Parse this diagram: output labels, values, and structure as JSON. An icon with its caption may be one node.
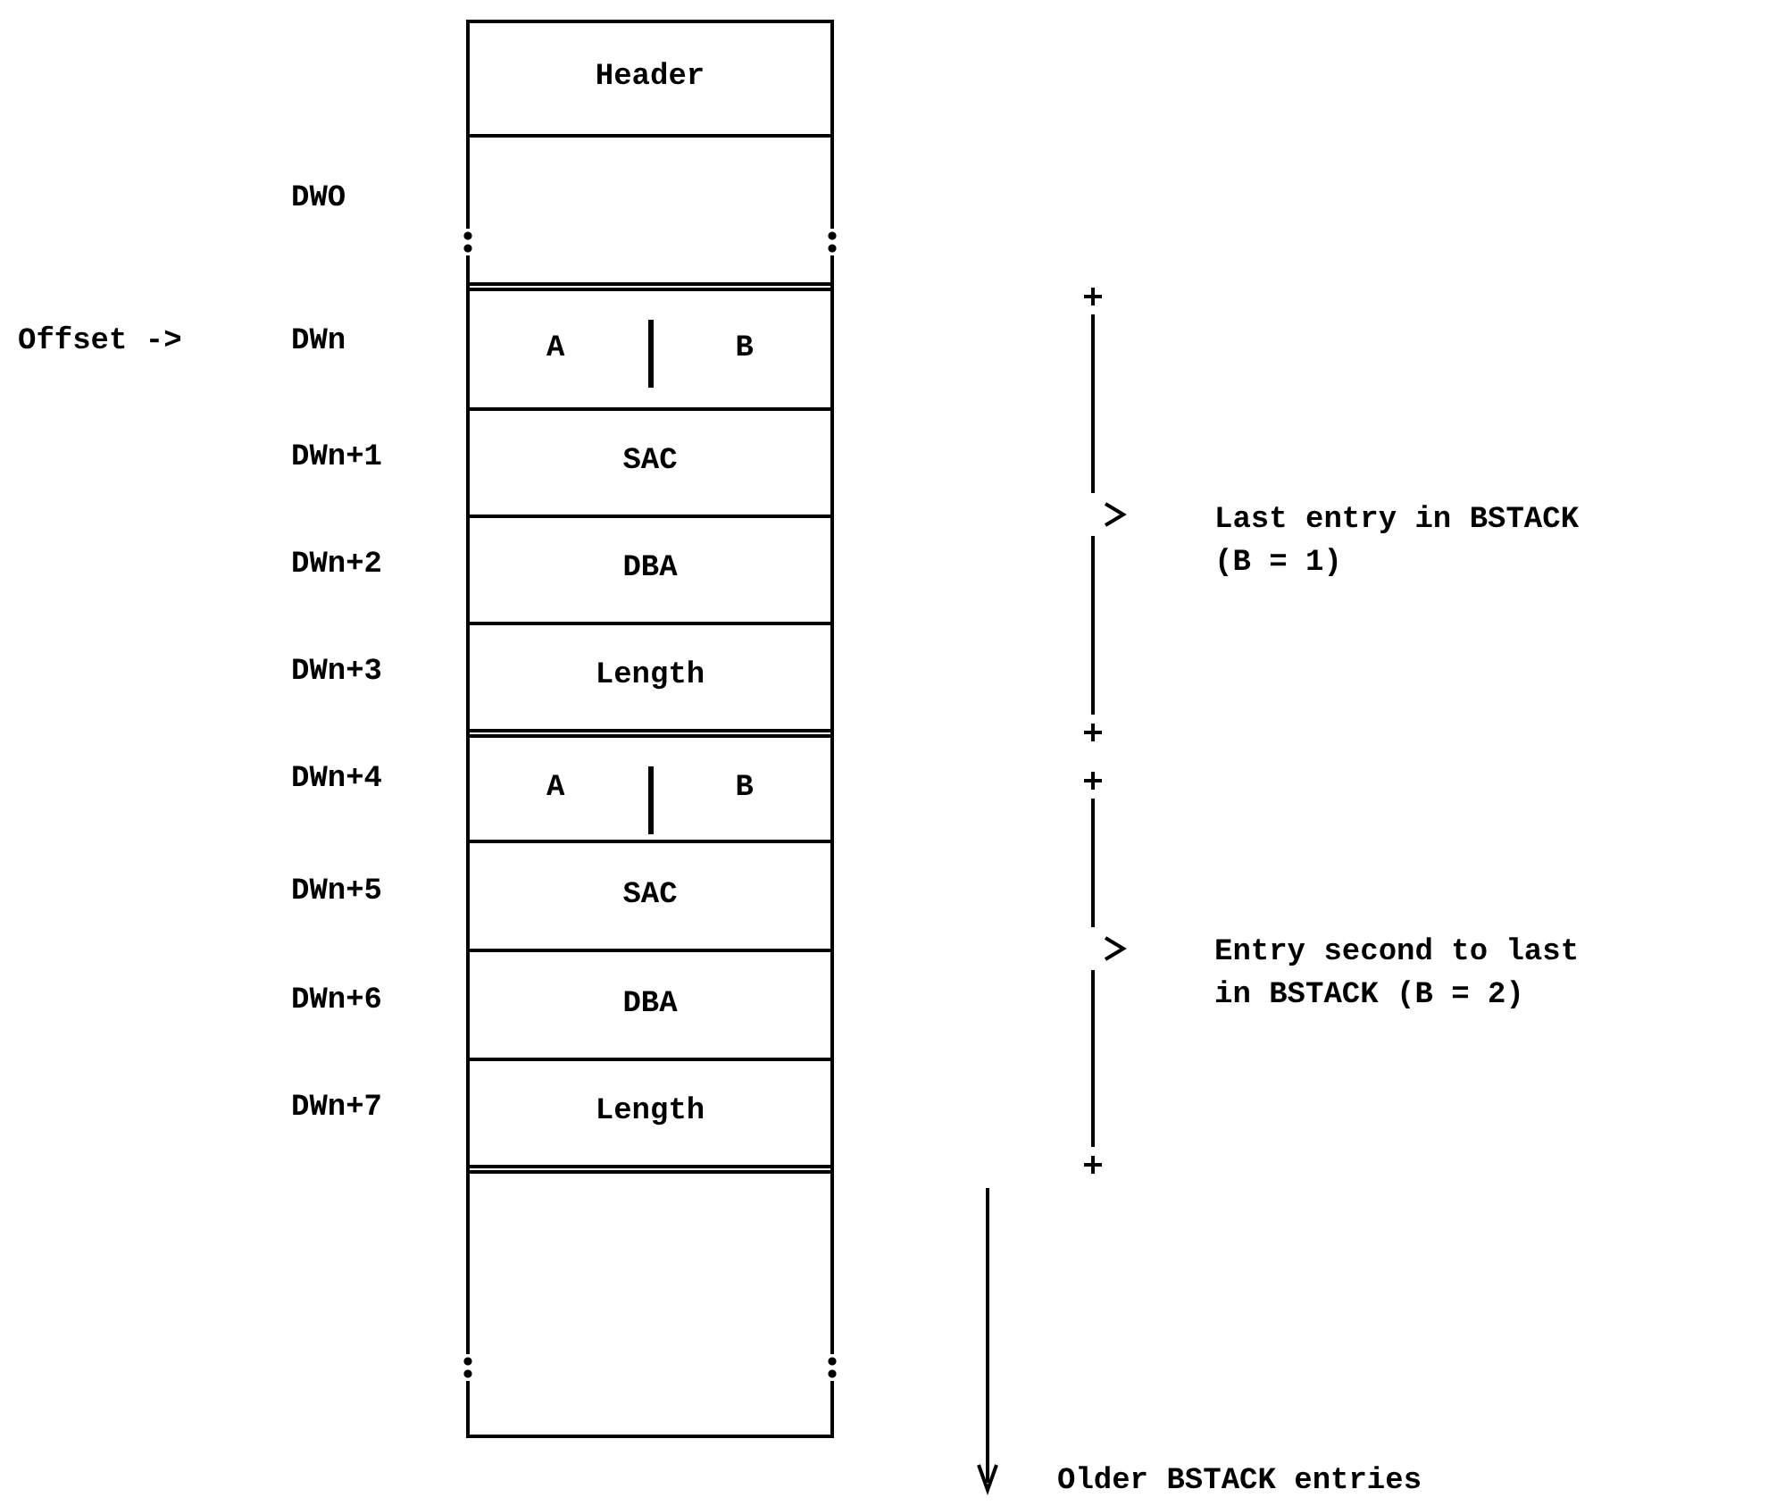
{
  "diagram": {
    "nodes": [
      {
        "text": [
          "Header"
        ]
      },
      {
        "text": [],
        "shape": "box"
      },
      {
        "text": [
          "A",
          "B"
        ]
      },
      {
        "text": [
          "SAC"
        ]
      },
      {
        "text": [
          "DBA"
        ]
      },
      {
        "text": [
          "Length"
        ]
      },
      {
        "text": [
          "A",
          "B"
        ]
      },
      {
        "text": [
          "SAC"
        ]
      },
      {
        "text": [
          "DBA"
        ]
      },
      {
        "text": [
          "Length"
        ]
      },
      {
        "text": [],
        "shape": "box"
      }
    ],
    "edges": [],
    "labels": [
      "DWO",
      "Offset ->",
      "DWn",
      "DWn+1",
      "DWn+2",
      "DWn+3",
      "DWn+4",
      "DWn+5",
      "DWn+6",
      "DWn+7",
      "Last entry in BSTACK (B = 1)",
      "Entry second to last in BSTACK (B = 2)",
      "Older BSTACK entries"
    ]
  }
}
